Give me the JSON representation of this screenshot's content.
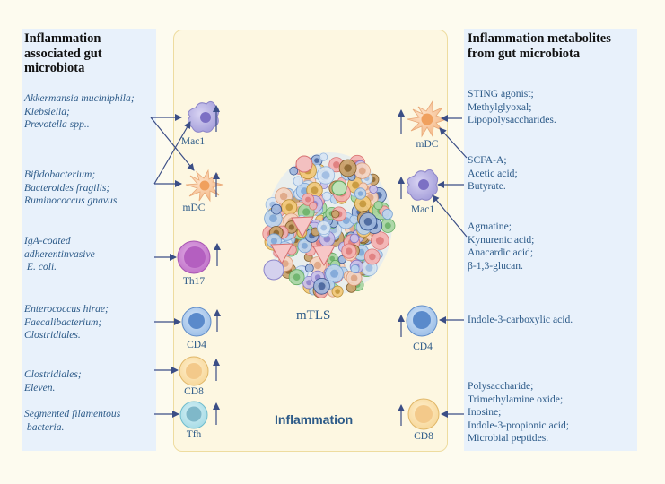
{
  "left_heading": [
    "Inflammation",
    "associated gut",
    "microbiota"
  ],
  "right_heading": [
    "Inflammation metabolites",
    "from gut microbiota"
  ],
  "left_groups": [
    {
      "lines": [
        "Akkermansia muciniphila;",
        "Klebsiella;",
        "Prevotella spp.."
      ]
    },
    {
      "lines": [
        "Bifidobacterium;",
        "Bacteroides fragilis;",
        "Ruminococcus gnavus."
      ]
    },
    {
      "lines": [
        "IgA-coated",
        "adherentinvasive",
        " E. coli."
      ]
    },
    {
      "lines": [
        "Enterococcus hirae;",
        "Faecalibacterium;",
        "Clostridiales."
      ]
    },
    {
      "lines": [
        "Clostridiales;",
        "Eleven."
      ]
    },
    {
      "lines": [
        "Segmented filamentous",
        " bacteria."
      ]
    }
  ],
  "right_groups": [
    {
      "lines": [
        "STING agonist;",
        "Methylglyoxal;",
        "Lipopolysaccharides."
      ]
    },
    {
      "lines": [
        "SCFA-A;",
        "Acetic acid;",
        "Butyrate."
      ]
    },
    {
      "lines": [
        "Agmatine;",
        "Kynurenic acid;",
        "Anacardic acid;",
        "β-1,3-glucan."
      ]
    },
    {
      "lines": [
        "Indole-3-carboxylic acid."
      ]
    },
    {
      "lines": [
        "Polysaccharide;",
        "Trimethylamine oxide;",
        "Inosine;",
        "Indole-3-propionic acid;",
        "Microbial peptides."
      ]
    }
  ],
  "left_cells": [
    "Mac1",
    "mDC",
    "Th17",
    "CD4",
    "CD8",
    "Tfh"
  ],
  "right_cells": [
    "mDC",
    "Mac1",
    "CD4",
    "CD8"
  ],
  "center_label": "mTLS",
  "bottom_label": "Inflammation",
  "colors": {
    "panel": "#e8f1fb",
    "center_box": "#fdf7e1",
    "text_blue": "#2c5a88",
    "arrow": "#3b4e86",
    "mac": "#a9a3dc",
    "mdc": "#f7c197",
    "th17": "#c982d0",
    "cd4": "#86aedf",
    "cd8": "#f5cf8a",
    "tfh": "#8fd1dd"
  }
}
